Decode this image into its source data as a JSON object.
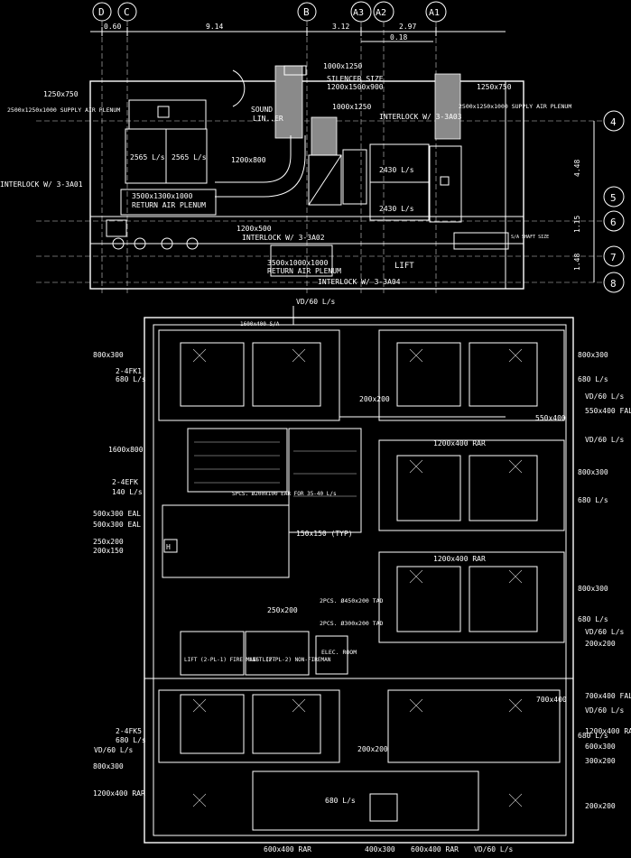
{
  "grid": {
    "columns": [
      "D",
      "C",
      "B",
      "A3",
      "A2",
      "A1"
    ],
    "rows": [
      "4",
      "5",
      "6",
      "7",
      "8"
    ],
    "dims_top": [
      "0.60",
      "9.14",
      "3.12",
      "2.97",
      "0.18"
    ],
    "dims_side": [
      "4.48",
      "1.15",
      "1.48"
    ]
  },
  "top_plan": {
    "silencer_size_label": "SILENCER SIZE",
    "silencer_dims": "1200x1500x900",
    "dim_1000x1250_a": "1000x1250",
    "dim_1000x1250_b": "1000x1250",
    "dim_1250x750": "1250x750",
    "sound_label": "SOUND",
    "lined_label": "LIN..ER",
    "interlock_3A03": "INTERLOCK W/ 3-3A03",
    "interlock_3A01": "INTERLOCK W/ 3-3A01",
    "interlock_3A02": "INTERLOCK W/ 3-3A02",
    "interlock_3A04": "INTERLOCK W/ 3-3A04",
    "dim_1200x800": "1200x800",
    "dim_1200x500": "1200x500",
    "plenum_left_dims": "3500x1300x1000",
    "plenum_left_name": "RETURN AIR PLENUM",
    "plenum_bottom_dims": "3500x1000x1000",
    "plenum_bottom_name": "RETURN AIR PLENUM",
    "supply_plenum_left": "2500x1250x1000 SUPPLY AIR PLENUM",
    "supply_plenum_right": "2500x1250x1000 SUPPLY AIR PLENUM",
    "ahu_flows": [
      "2565 L/s",
      "2565 L/s",
      "2430 L/s",
      "2430 L/s"
    ],
    "lift_label": "LIFT",
    "shaft_label": "S/A SHAFT SIZE"
  },
  "floor_plan": {
    "vd_label": "VD/60 L/s",
    "top_duct": "1600x400 S/A",
    "dims_left": [
      "800x300",
      "1600x800",
      "500x300 EAL",
      "500x300 EAL",
      "250x200",
      "200x150",
      "800x300",
      "1200x400 RAR"
    ],
    "dims_right": [
      "800x300",
      "VD/60 L/s",
      "550x400 FAL",
      "550x400",
      "VD/60 L/s",
      "800x300",
      "800x300",
      "VD/60 L/s",
      "200x200",
      "700x400 FAL",
      "VD/60 L/s",
      "1200x400 RAR",
      "600x300",
      "300x200",
      "200x200"
    ],
    "fcu_flows": [
      "680 L/s",
      "680 L/s",
      "680 L/s",
      "680 L/s",
      "680 L/s",
      "680 L/s"
    ],
    "fan_140": "140 L/s",
    "stair_note": "SPCS. Ø200x100 EAR FOR 35-40 L/s",
    "note_150": "150x150 (TYP)",
    "note_rar_1": "1200x400 RAR",
    "note_rar_2": "1200x400 RAR",
    "note_200x200_a": "200x200",
    "note_200x200_b": "200x200",
    "note_250x200": "250x200",
    "tad_1": "2PCS. Ø450x200 TAD",
    "tad_2": "2PCS. Ø300x200 TAD",
    "lift_1": "LIFT (2-PL-1) FIRE MANS LIFT",
    "lift_2": "LIFT (2-PL-2) NON-FIREMAN",
    "elec_room": "ELEC. ROOM",
    "bottom_dims": [
      "600x400 RAR",
      "400x300",
      "600x400 RAR",
      "VD/60 L/s"
    ],
    "bottom_flow": "680 L/s"
  }
}
